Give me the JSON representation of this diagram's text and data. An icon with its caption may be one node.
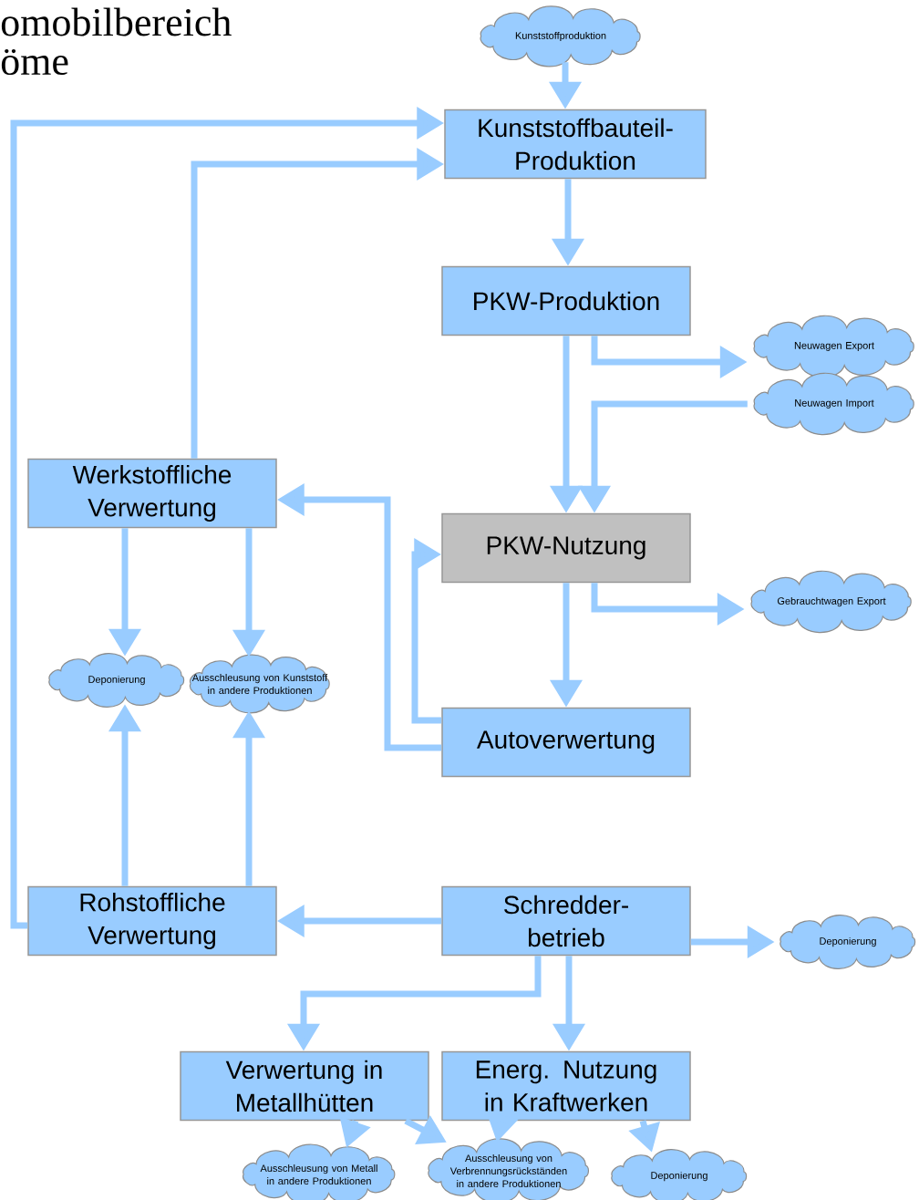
{
  "diagram": {
    "nodes": [
      {
        "text": [
          "Kunststoffproduktion"
        ]
      },
      {
        "text": [
          "Kunststoffbauteil- Produktion"
        ]
      },
      {
        "text": [
          "PKW-Produktion"
        ]
      },
      {
        "text": [
          "Neuwagen Export"
        ]
      },
      {
        "text": [
          "Neuwagen Import"
        ]
      },
      {
        "text": [
          "Werkstoffliche Verwertung"
        ]
      },
      {
        "text": [
          "PKW-Nutzung"
        ]
      },
      {
        "text": [
          "Gebrauchtwagen Export"
        ]
      },
      {
        "text": [
          "Deponierung"
        ]
      },
      {
        "text": [
          "Ausschleusung von Kunststoff in andere Produktionen"
        ]
      },
      {
        "text": [
          "Autoverwertung"
        ]
      },
      {
        "text": [
          "Rohstoffliche Verwertung"
        ]
      },
      {
        "text": [
          "Schredder- betrieb"
        ]
      },
      {
        "text": [
          "Deponierung"
        ]
      },
      {
        "text": [
          "Verwertung in Metallhütten"
        ]
      },
      {
        "text": [
          "Energ. Nutzung in Kraftwerken"
        ]
      },
      {
        "text": [
          "Ausschleusung von Metall in andere Produktionen"
        ]
      },
      {
        "text": [
          "Ausschleusung von Verbrennungsrückständen in andere Produktionen"
        ]
      },
      {
        "text": [
          "Deponierung"
        ]
      }
    ],
    "edges": [
      {
        "from": 0,
        "to": 1,
        "arrow": "to"
      },
      {
        "from": 1,
        "to": 2,
        "arrow": "to"
      },
      {
        "from": 2,
        "to": 3,
        "arrow": "to"
      },
      {
        "from": 4,
        "to": 6,
        "arrow": "to"
      },
      {
        "from": 2,
        "to": 6,
        "arrow": "to"
      },
      {
        "from": 6,
        "to": 7,
        "arrow": "to"
      },
      {
        "from": 6,
        "to": 10,
        "arrow": "to"
      },
      {
        "from": 10,
        "to": 6,
        "arrow": "to"
      },
      {
        "from": 10,
        "to": 5,
        "arrow": "to"
      },
      {
        "from": 5,
        "to": 1,
        "arrow": "to"
      },
      {
        "from": 11,
        "to": 1,
        "arrow": "to"
      },
      {
        "from": 5,
        "to": 8,
        "arrow": "to"
      },
      {
        "from": 5,
        "to": 9,
        "arrow": "to"
      },
      {
        "from": 11,
        "to": 8,
        "arrow": "to"
      },
      {
        "from": 11,
        "to": 9,
        "arrow": "to"
      },
      {
        "from": 12,
        "to": 11,
        "arrow": "to"
      },
      {
        "from": 12,
        "to": 13,
        "arrow": "to"
      },
      {
        "from": 12,
        "to": 14,
        "arrow": "to"
      },
      {
        "from": 12,
        "to": 15,
        "arrow": "to"
      },
      {
        "from": 14,
        "to": 16,
        "arrow": "to"
      },
      {
        "from": 14,
        "to": 17,
        "arrow": "to"
      },
      {
        "from": 15,
        "to": 17,
        "arrow": "to"
      },
      {
        "from": 15,
        "to": 18,
        "arrow": "to"
      }
    ],
    "labels": [
      "omobilbereich",
      "öme"
    ]
  }
}
